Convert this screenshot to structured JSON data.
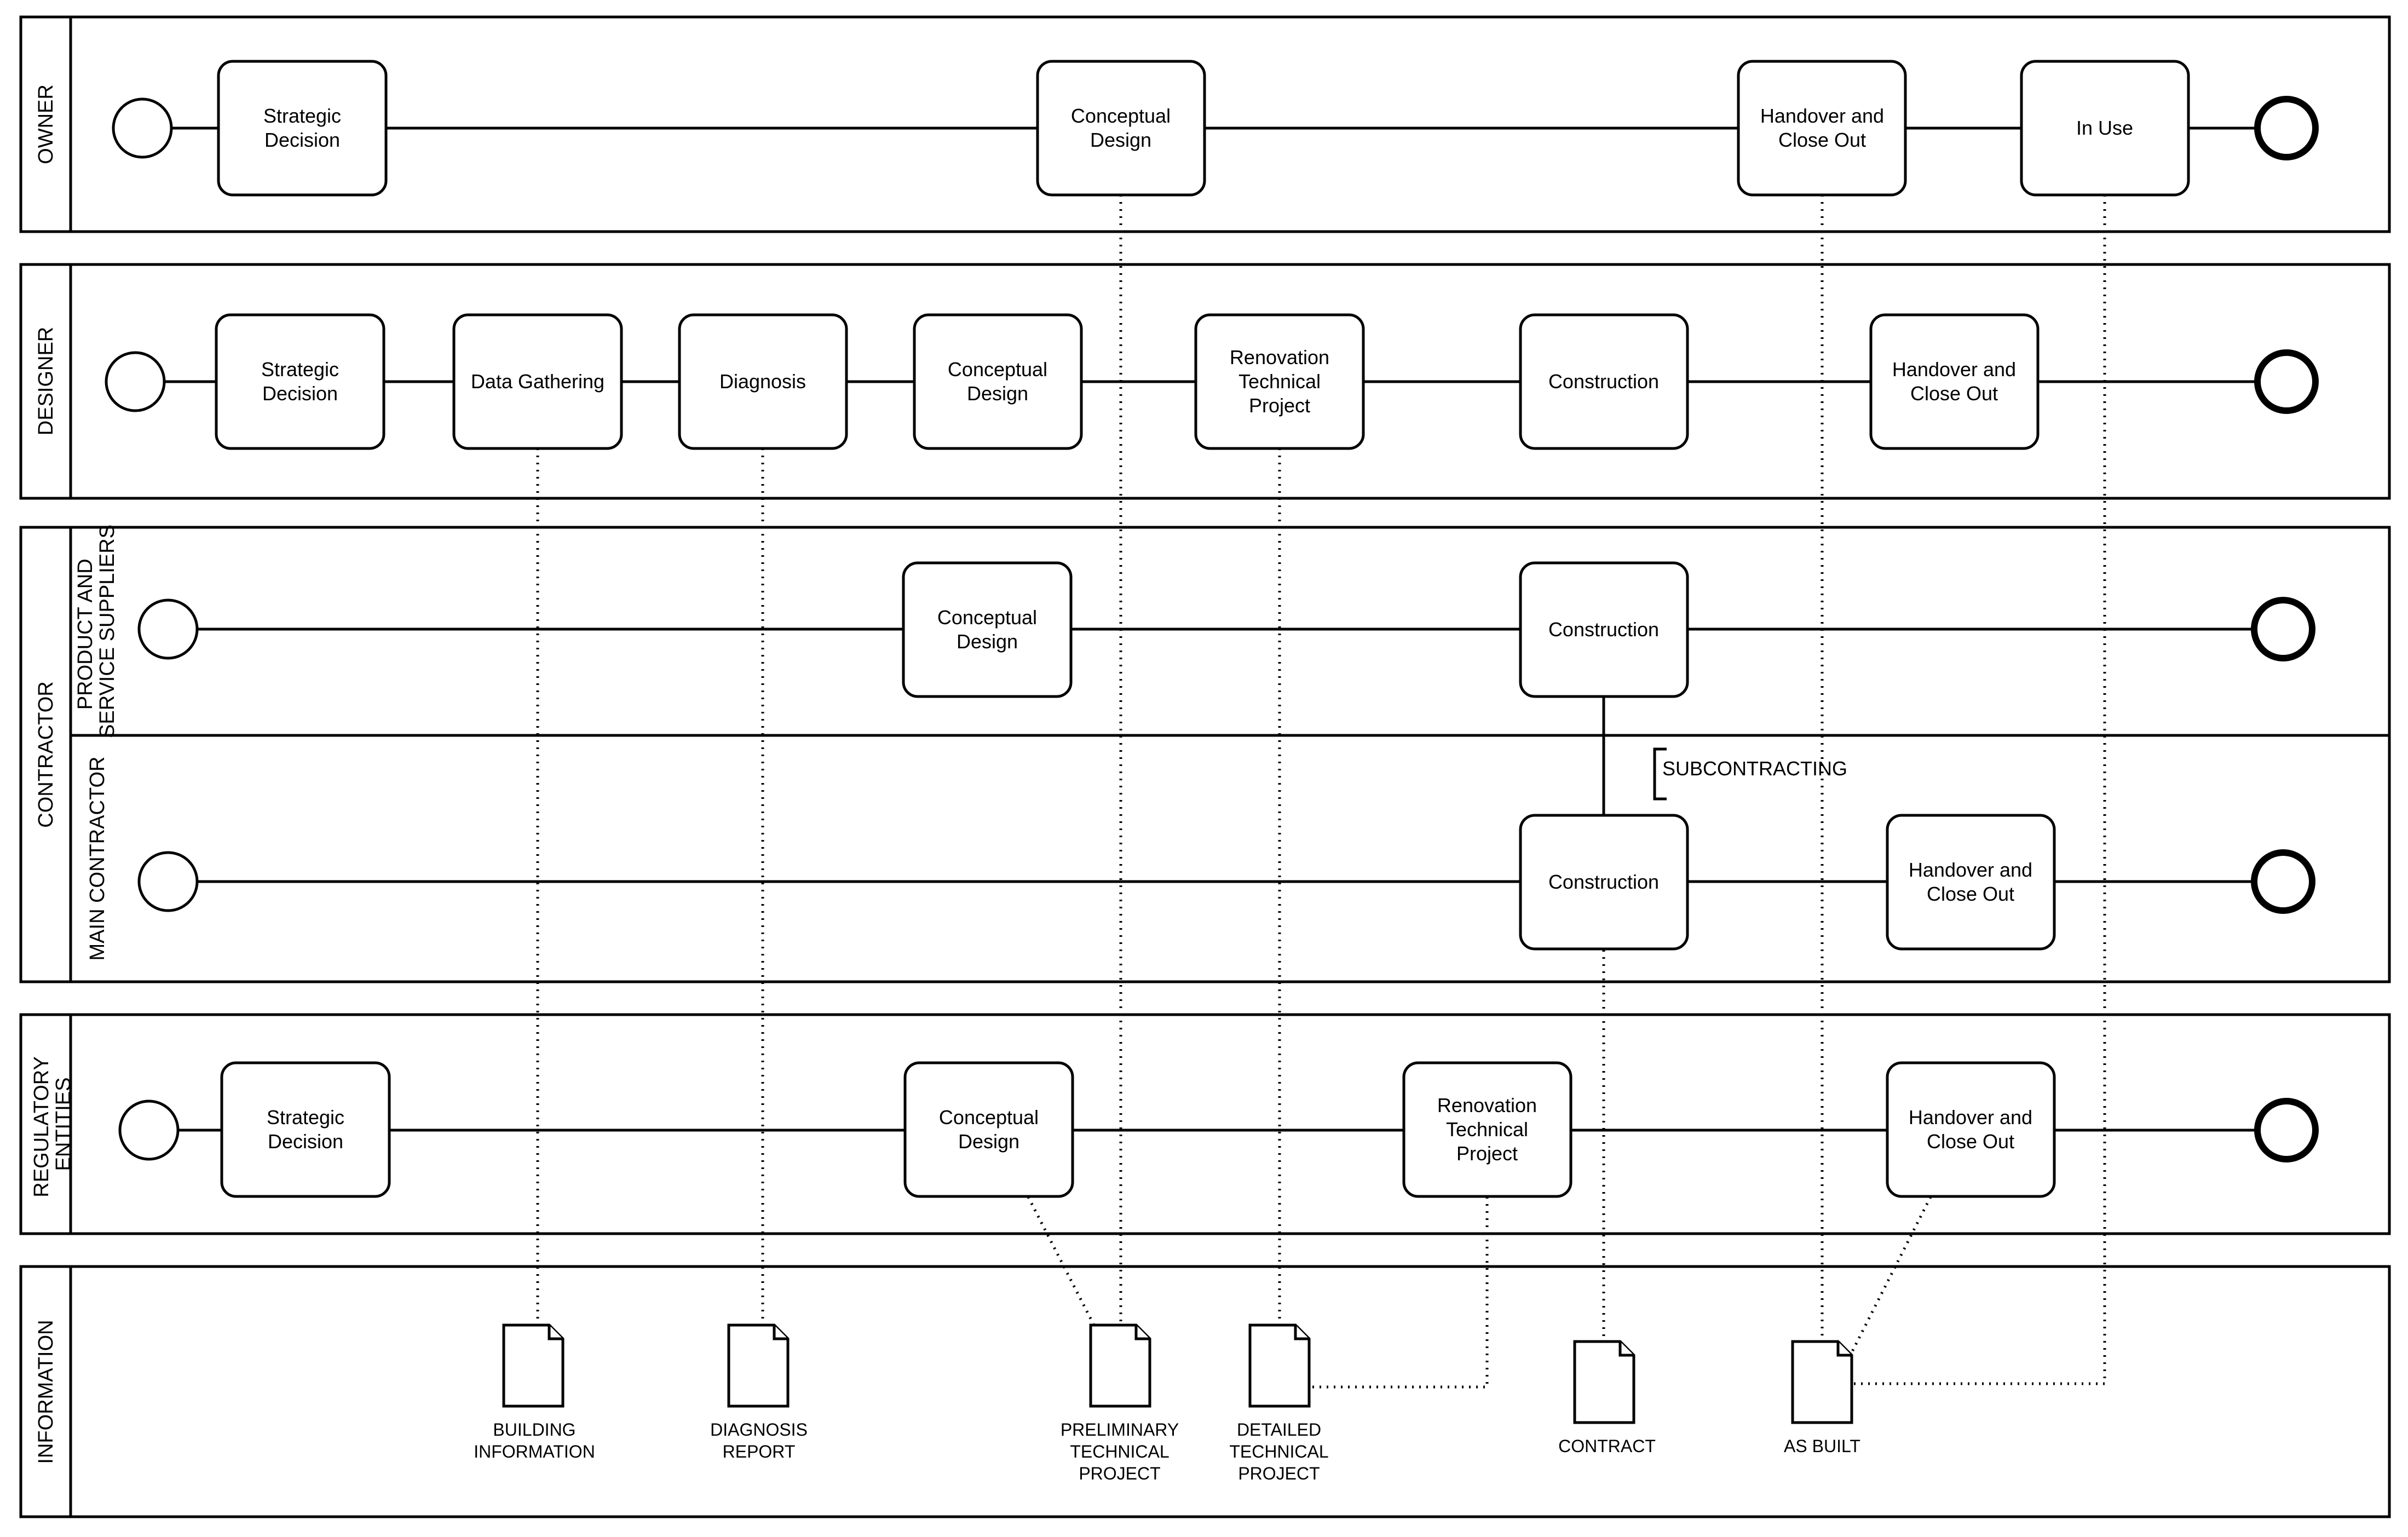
{
  "pools": {
    "owner": "OWNER",
    "designer": "DESIGNER",
    "contractor": "CONTRACTOR",
    "contractor_lanes": [
      "PRODUCT AND SERVICE SUPPLIERS",
      "MAIN CONTRACTOR"
    ],
    "regulatory": "REGULATORY ENTITIES",
    "information": "INFORMATION"
  },
  "owner_tasks": [
    "Strategic Decision",
    "Conceptual Design",
    "Handover and Close Out",
    "In Use"
  ],
  "designer_tasks": [
    "Strategic Decision",
    "Data Gathering",
    "Diagnosis",
    "Conceptual Design",
    "Renovation Technical Project",
    "Construction",
    "Handover and Close Out"
  ],
  "supplier_tasks": [
    "Conceptual Design",
    "Construction"
  ],
  "main_contractor_tasks": [
    "Construction",
    "Handover and Close Out"
  ],
  "regulatory_tasks": [
    "Strategic Decision",
    "Conceptual Design",
    "Renovation Technical Project",
    "Handover and Close Out"
  ],
  "annotation": "SUBCONTRACTING",
  "documents": [
    "BUILDING INFORMATION",
    "DIAGNOSIS REPORT",
    "PRELIMINARY TECHNICAL PROJECT",
    "DETAILED TECHNICAL PROJECT",
    "CONTRACT",
    "AS BUILT"
  ]
}
